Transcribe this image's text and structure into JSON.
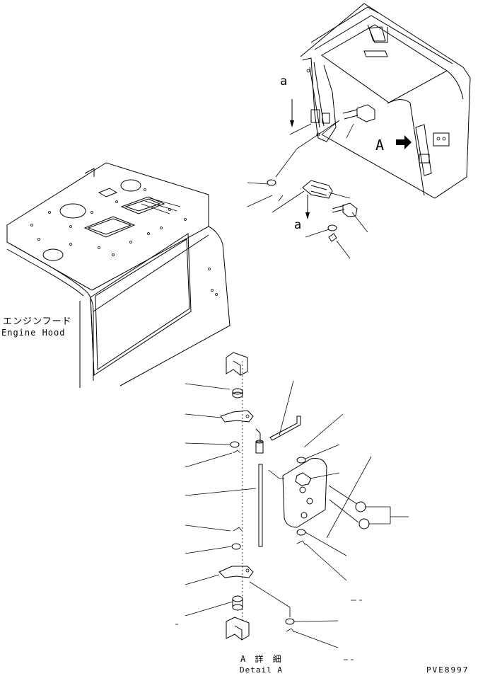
{
  "labels": {
    "engine_hood_jp": "エンジンフード",
    "engine_hood_en": "Engine Hood",
    "view_a": "a",
    "view_a2": "a",
    "detail_ref": "A",
    "detail_jp": "A 詳 細",
    "detail_en": "Detail A",
    "drawing_code": "PVE8997"
  },
  "colors": {
    "ink": "#000000",
    "paper": "#ffffff"
  },
  "icons": {
    "direction_arrow": "arrow-right-icon"
  }
}
